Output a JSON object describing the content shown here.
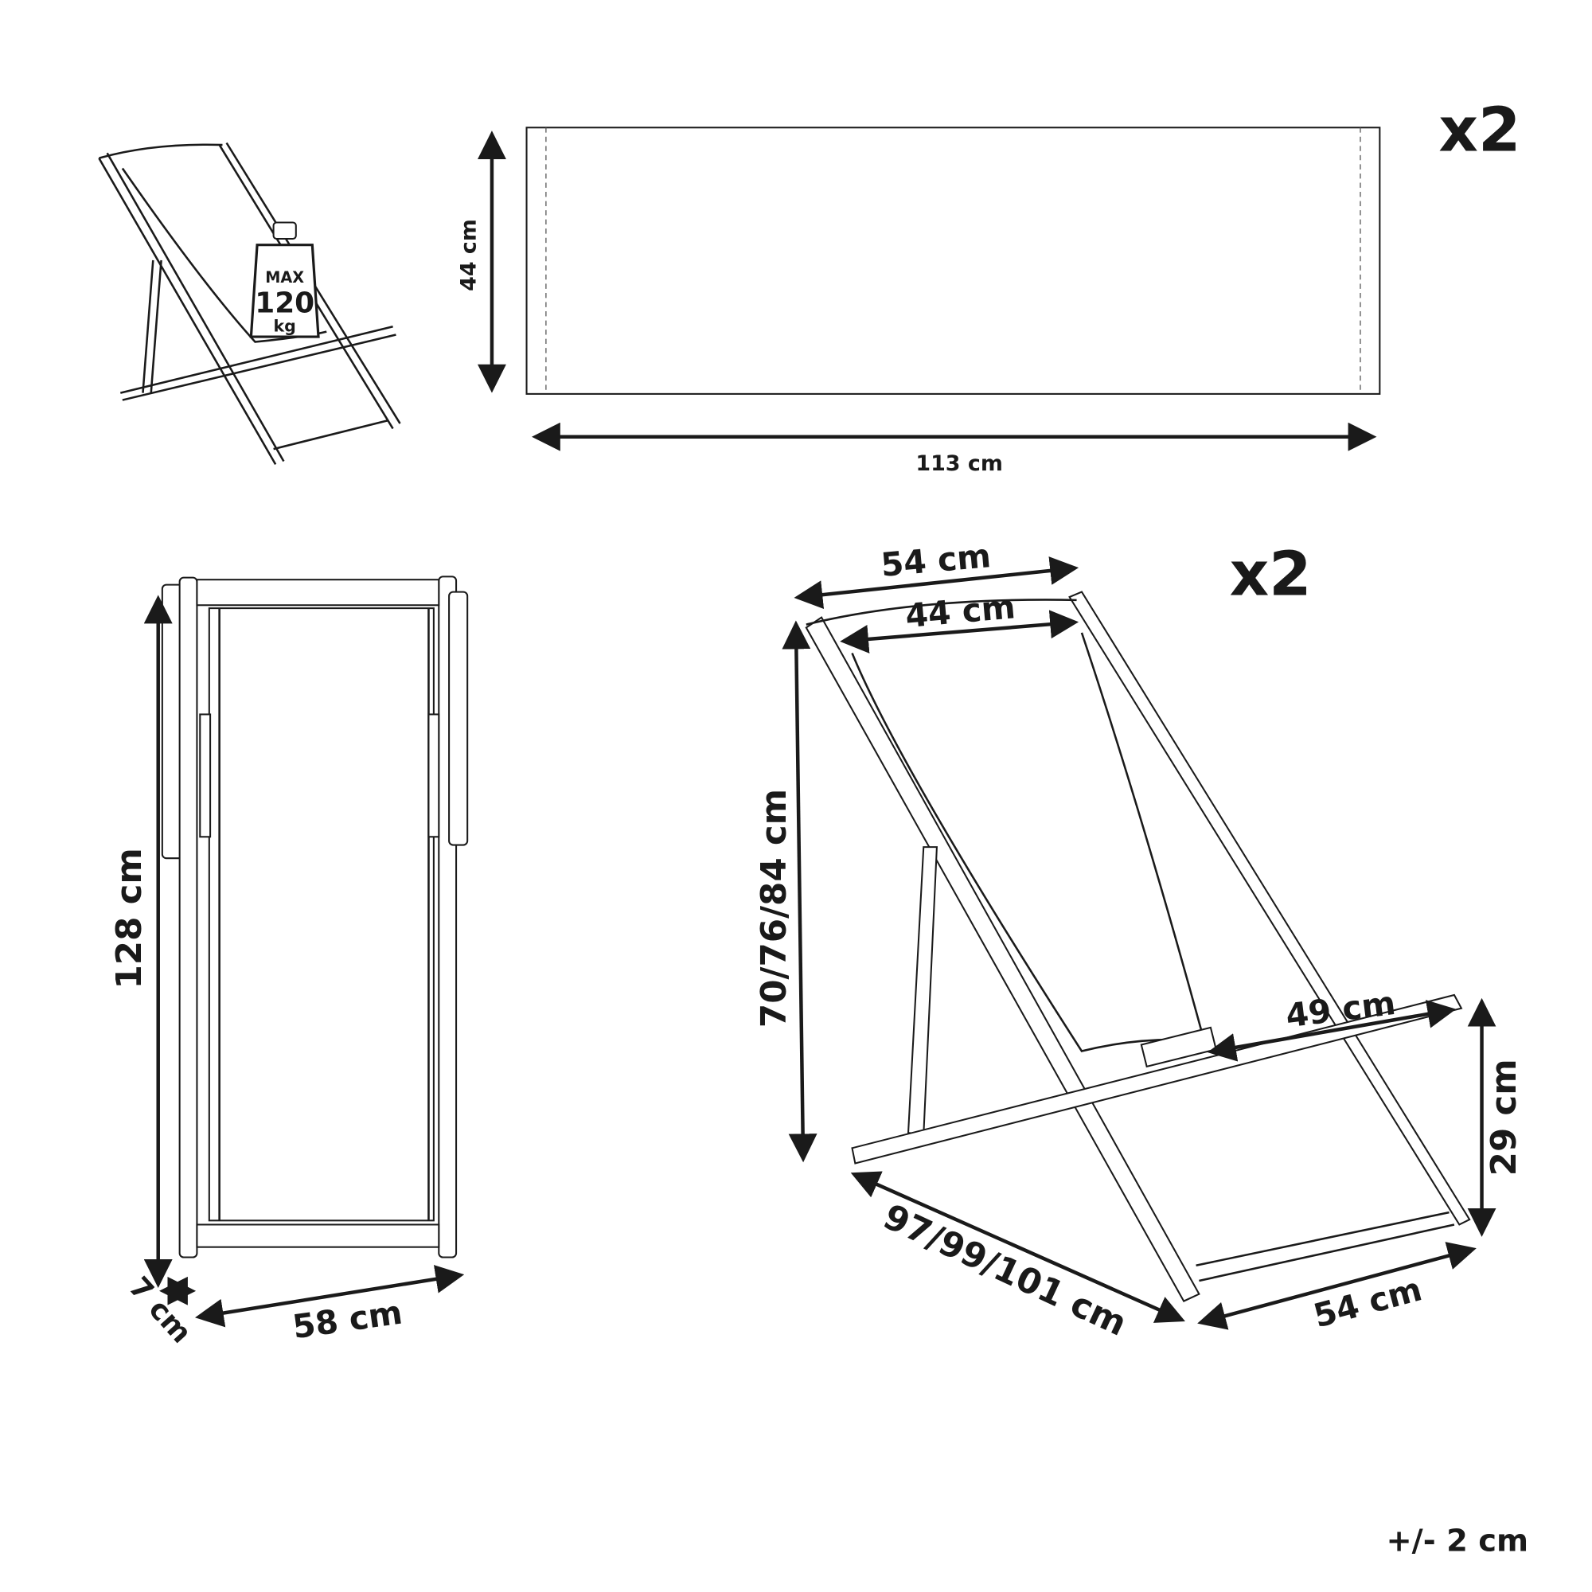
{
  "capacity": {
    "max_label": "MAX",
    "value": "120",
    "unit": "kg"
  },
  "fabric": {
    "height": "44 cm",
    "width": "113 cm",
    "quantity": "x2"
  },
  "folded": {
    "height": "128 cm",
    "depth": "7 cm",
    "width": "58 cm"
  },
  "chair": {
    "quantity": "x2",
    "top_outer_width": "54 cm",
    "top_inner_width": "44 cm",
    "height": "70/76/84 cm",
    "armrest_length": "49 cm",
    "seat_height": "29 cm",
    "depth": "97/99/101 cm",
    "base_width": "54 cm"
  },
  "tolerance": "+/- 2 cm"
}
